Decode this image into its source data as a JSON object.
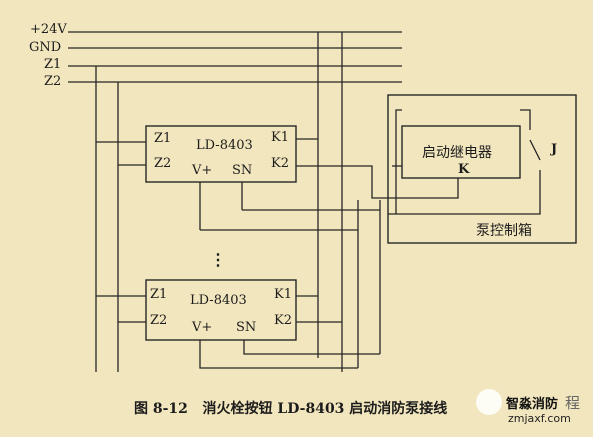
{
  "diagram": {
    "bus": {
      "v24": "+24V",
      "gnd": "GND",
      "z1": "Z1",
      "z2": "Z2"
    },
    "module1": {
      "title": "LD-8403",
      "z1": "Z1",
      "z2": "Z2",
      "k1": "K1",
      "k2": "K2",
      "vplus": "V+",
      "sn": "SN"
    },
    "module2": {
      "title": "LD-8403",
      "z1": "Z1",
      "z2": "Z2",
      "k1": "K1",
      "k2": "K2",
      "vplus": "V+",
      "sn": "SN"
    },
    "ellipsis": "⋮",
    "relay": {
      "label": "启动继电器",
      "k": "K"
    },
    "switch_label": "J",
    "pump_box_label": "泵控制箱",
    "caption": "图 8-12   消火栓按钮 LD-8403 启动消防泵接线",
    "watermark": {
      "name": "智淼消防",
      "tail": "程",
      "url": "zmjaxf.com"
    }
  }
}
